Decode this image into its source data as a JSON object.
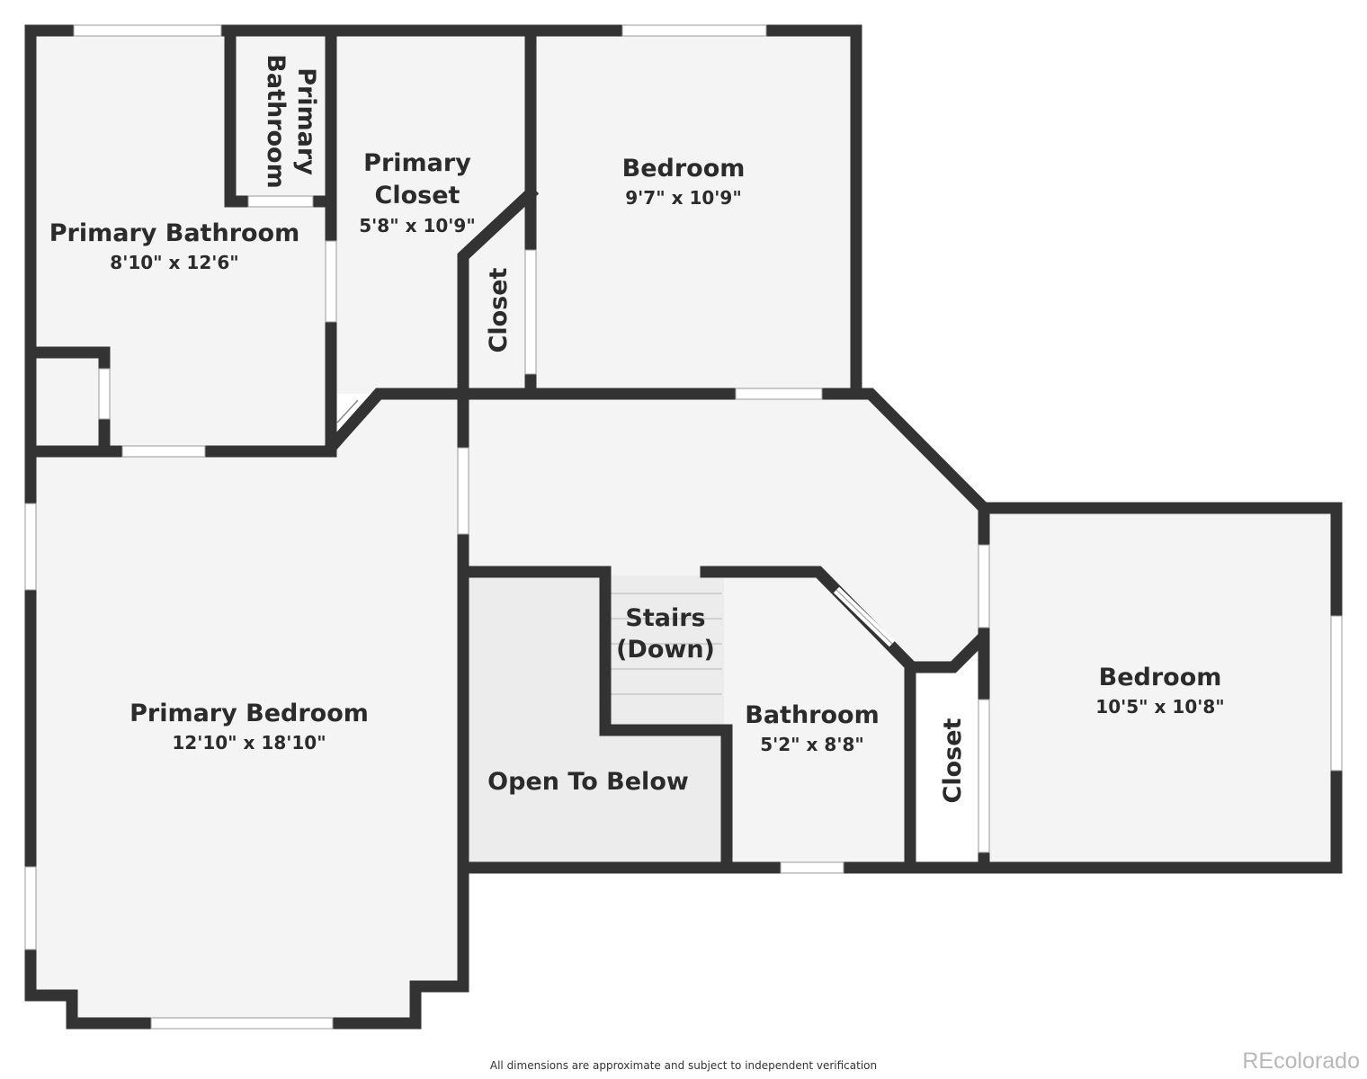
{
  "plan": {
    "colors": {
      "wall": "#333333",
      "floor": "#f4f4f4",
      "open_to_below": "#ececec",
      "window": "#ffffff",
      "window_frame": "#9a9a9a"
    },
    "rooms": [
      {
        "id": "primary-bathroom-main",
        "name": "Primary Bathroom",
        "dims": "8'10\" x 12'6\""
      },
      {
        "id": "primary-bathroom-small",
        "name": "Primary Bathroom",
        "name_lines": [
          "Primary",
          "Bathroom"
        ],
        "dims": ""
      },
      {
        "id": "primary-closet",
        "name": "Primary Closet",
        "name_lines": [
          "Primary",
          "Closet"
        ],
        "dims": "5'8\" x 10'9\""
      },
      {
        "id": "closet-upper",
        "name": "Closet",
        "dims": ""
      },
      {
        "id": "bedroom-upper",
        "name": "Bedroom",
        "dims": "9'7\" x 10'9\""
      },
      {
        "id": "primary-bedroom",
        "name": "Primary Bedroom",
        "dims": "12'10\" x 18'10\""
      },
      {
        "id": "stairs",
        "name": "Stairs (Down)",
        "name_lines": [
          "Stairs",
          "(Down)"
        ],
        "dims": ""
      },
      {
        "id": "open-to-below",
        "name": "Open To Below",
        "dims": ""
      },
      {
        "id": "bathroom",
        "name": "Bathroom",
        "dims": "5'2\" x 8'8\""
      },
      {
        "id": "closet-lower",
        "name": "Closet",
        "dims": ""
      },
      {
        "id": "bedroom-right",
        "name": "Bedroom",
        "dims": "10'5\" x 10'8\""
      }
    ]
  },
  "footer": {
    "disclaimer": "All dimensions are approximate and subject to independent verification",
    "brand": "REcolorado"
  }
}
